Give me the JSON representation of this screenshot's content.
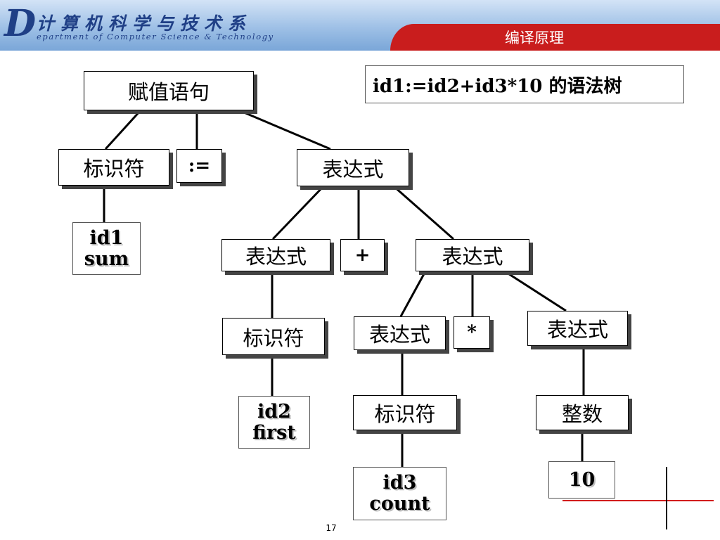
{
  "header": {
    "logo_letter": "D",
    "department_cn": "计算机科学与技术系",
    "department_en": "epartment of Computer Science & Technology",
    "course_title": "编译原理"
  },
  "caption": "id1:=id2+id3*10 的语法树",
  "tree": {
    "root": "赋值语句",
    "id_a": "标识符",
    "assign_op": ":=",
    "expr_a": "表达式",
    "leaf_a_1": "id1",
    "leaf_a_2": "sum",
    "expr_b": "表达式",
    "plus_op": "+",
    "expr_c": "表达式",
    "id_b": "标识符",
    "expr_d": "表达式",
    "mul_op": "*",
    "expr_e": "表达式",
    "leaf_b_1": "id2",
    "leaf_b_2": "first",
    "id_c": "标识符",
    "int_node": "整数",
    "leaf_c_1": "id3",
    "leaf_c_2": "count",
    "leaf_d": "10"
  },
  "page_number": "17",
  "colors": {
    "header_blue": "#1f3f86",
    "accent_red": "#c91d1d"
  }
}
